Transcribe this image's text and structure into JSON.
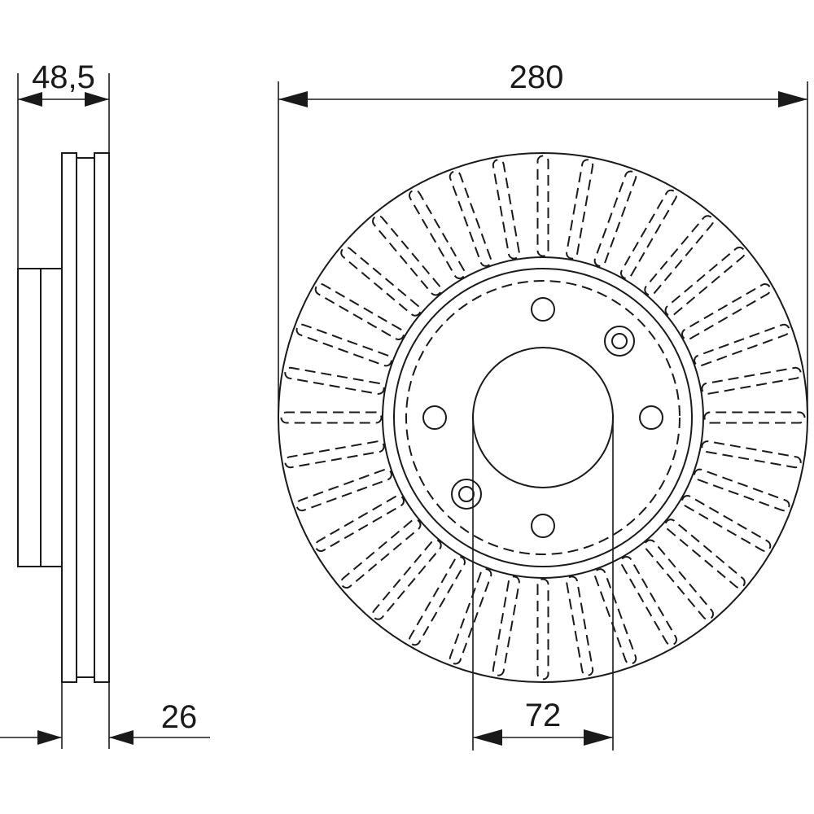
{
  "dimensions": {
    "hub_offset": "48,5",
    "outer_diameter": "280",
    "disc_thickness": "26",
    "center_bore": "72"
  },
  "drawing": {
    "bolt_holes": 4,
    "locating_holes": 2,
    "cooling_vanes": 36,
    "line_color": "#1a1a1a"
  }
}
